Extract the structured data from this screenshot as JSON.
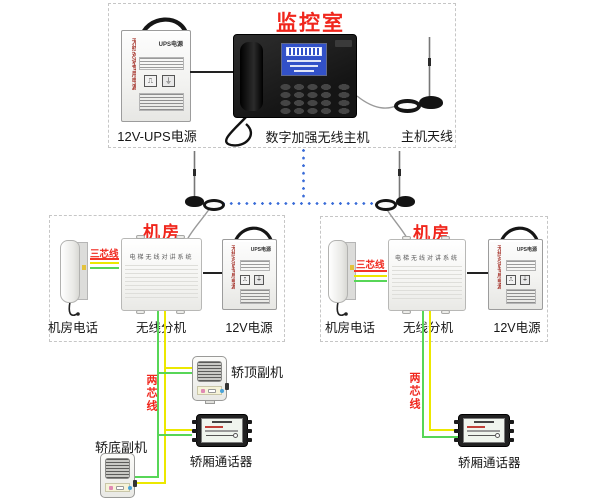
{
  "colors": {
    "accent_red": "#f0261c",
    "wire_red": "#f53528",
    "wire_yellow": "#ece800",
    "wire_green": "#57d657",
    "dotted_blue": "#3a6cd8"
  },
  "shared": {
    "ups_side_text": "无线对讲专用电源",
    "ups_brand_text": "UPS电源",
    "extension_panel_text": "电梯无线对讲系统"
  },
  "monitor_room": {
    "title": "监控室",
    "ups_caption": "12V-UPS电源",
    "host_caption": "数字加强无线主机",
    "antenna_caption": "主机天线"
  },
  "machine_rooms": [
    {
      "title": "机房",
      "wire3_label": "三芯线",
      "phone_caption": "机房电话",
      "extension_caption": "无线分机",
      "power_caption": "12V电源"
    },
    {
      "title": "机房",
      "wire3_label": "三芯线",
      "phone_caption": "机房电话",
      "extension_caption": "无线分机",
      "power_caption": "12V电源"
    }
  ],
  "car_devices": {
    "left": {
      "wire2_label": "两芯线",
      "top_speaker_caption": "轿顶副机",
      "bottom_speaker_caption": "轿底副机",
      "intercom_caption": "轿厢通话器"
    },
    "right": {
      "wire2_label": "两芯线",
      "intercom_caption": "轿厢通话器"
    }
  }
}
